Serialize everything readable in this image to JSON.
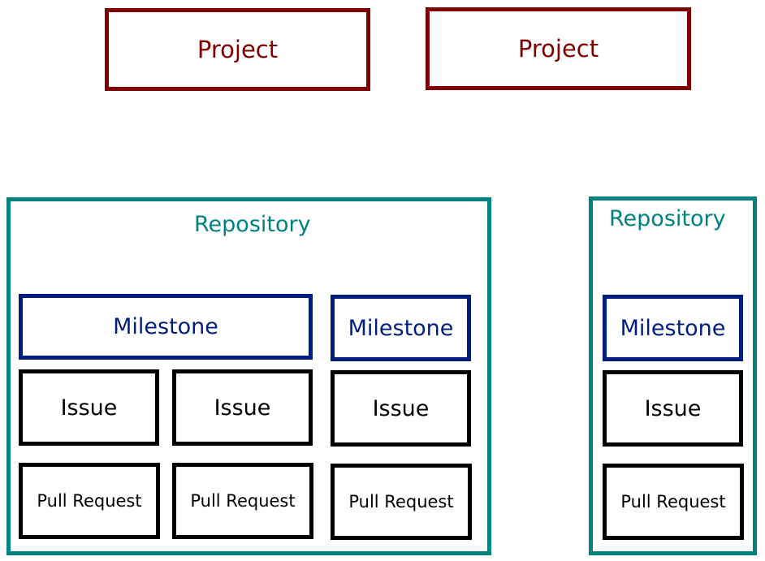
{
  "colors": {
    "project": "#7f0000",
    "repository": "#00827f",
    "milestone": "#001d80",
    "issue": "#000000",
    "pull_request": "#000000"
  },
  "projects": [
    {
      "label": "Project"
    },
    {
      "label": "Project"
    }
  ],
  "repositories": [
    {
      "label": "Repository",
      "milestones": [
        {
          "label": "Milestone",
          "issues": [
            {
              "label": "Issue"
            },
            {
              "label": "Issue"
            }
          ],
          "pull_requests": [
            {
              "label": "Pull Request"
            },
            {
              "label": "Pull Request"
            }
          ]
        },
        {
          "label": "Milestone",
          "issues": [
            {
              "label": "Issue"
            }
          ],
          "pull_requests": [
            {
              "label": "Pull Request"
            }
          ]
        }
      ]
    },
    {
      "label": "Repository",
      "milestones": [
        {
          "label": "Milestone",
          "issues": [
            {
              "label": "Issue"
            }
          ],
          "pull_requests": [
            {
              "label": "Pull Request"
            }
          ]
        }
      ]
    }
  ]
}
